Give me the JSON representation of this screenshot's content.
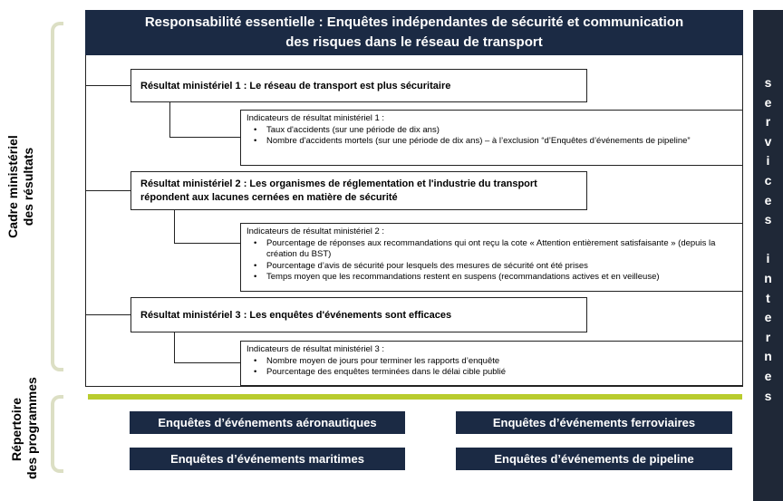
{
  "side_labels": {
    "cadre": [
      "Cadre ministériel",
      "des résultats"
    ],
    "repertoire": [
      "Répertoire",
      "des programmes"
    ]
  },
  "core_responsibility": {
    "line1": "Responsabilité essentielle : Enquêtes indépendantes de sécurité et communication",
    "line2": "des risques dans le réseau de transport"
  },
  "results": [
    {
      "label": "Résultat ministériel 1 : Le réseau de transport est plus sécuritaire",
      "indicators_title": "Indicateurs de résultat ministériel 1 :",
      "indicators": [
        "Taux d'accidents (sur une période de dix ans)",
        "Nombre d'accidents mortels (sur une période de dix ans) – à l’exclusion “d’Enquêtes d’événements de pipeline”"
      ]
    },
    {
      "label_line1": "Résultat ministériel 2 : Les organismes de réglementation et l'industrie du transport",
      "label_line2": "répondent aux lacunes cernées en matière de sécurité",
      "indicators_title": "Indicateurs de résultat ministériel 2 :",
      "indicators": [
        "Pourcentage de réponses aux recommandations qui ont reçu la cote « Attention entièrement satisfaisante » (depuis la création du BST)",
        "Pourcentage d’avis de sécurité pour lesquels des mesures de sécurité ont été prises",
        "Temps moyen que les recommandations restent en suspens (recommandations actives et en veilleuse)"
      ]
    },
    {
      "label": "Résultat ministériel 3 : Les enquêtes d'événements sont efficaces",
      "indicators_title": "Indicateurs de résultat ministériel 3 :",
      "indicators": [
        "Nombre moyen de jours pour terminer les rapports d’enquête",
        "Pourcentage des enquêtes terminées dans le délai cible publié"
      ]
    }
  ],
  "programs": {
    "aero": "Enquêtes d’événements aéronautiques",
    "rail": "Enquêtes d’événements ferroviaires",
    "marine": "Enquêtes d’événements maritimes",
    "pipeline": "Enquêtes d’événements de pipeline"
  },
  "internal_services": "Services internes",
  "colors": {
    "dark_navy": "#1b2a44",
    "green_bar": "#b9cc2e",
    "bracket": "#dcdfc4"
  }
}
